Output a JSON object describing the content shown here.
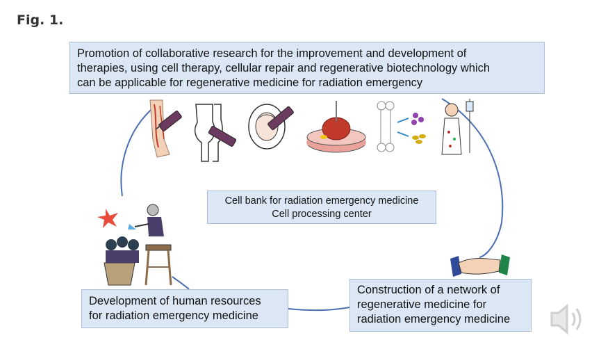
{
  "figure": {
    "label": "Fig. 1."
  },
  "boxes": {
    "top": {
      "lines": [
        "Promotion of collaborative research for the improvement and development of",
        "therapies, using cell therapy, cellular repair and regenerative biotechnology which",
        "can be applicable for regenerative medicine for radiation emergency"
      ]
    },
    "center": {
      "lines": [
        "Cell bank for radiation emergency medicine",
        "Cell processing center"
      ]
    },
    "left": {
      "lines": [
        "Development of human resources",
        "for radiation emergency medicine"
      ]
    },
    "right": {
      "lines": [
        "Construction of a network of",
        "regenerative medicine for",
        "radiation emergency medicine"
      ]
    }
  },
  "icons": [
    "leg-injection-icon",
    "knee-injection-icon",
    "mouth-injection-icon",
    "tissue-dish-icon",
    "bone-cells-icon",
    "patient-iv-icon",
    "teacher-students-icon",
    "handshake-icon",
    "speaker-icon"
  ],
  "colors": {
    "box_fill": "#dbe7f5",
    "box_border": "#a9bcd6",
    "cycle_line": "#4a6fb0"
  }
}
